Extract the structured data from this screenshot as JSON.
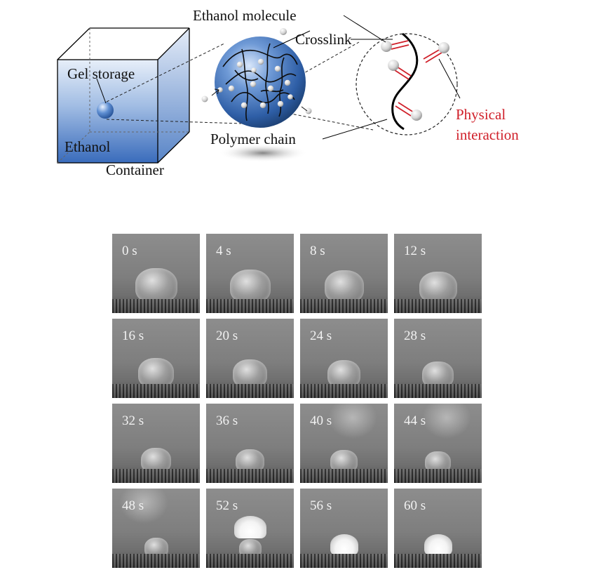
{
  "diagram": {
    "labels": {
      "gel_storage": "Gel storage",
      "ethanol": "Ethanol",
      "container": "Container",
      "ethanol_molecule": "Ethanol molecule",
      "crosslink": "Crosslink",
      "polymer_chain": "Polymer chain",
      "physical": "Physical",
      "interaction": "interaction"
    },
    "colors": {
      "container_blue": "#3f74c4",
      "sphere_blue": "#2c5fa8",
      "physical_interaction_red": "#d0202a",
      "chain_black": "#000000"
    }
  },
  "frames": [
    {
      "label": "0 s",
      "flame": 0
    },
    {
      "label": "4 s",
      "flame": 0
    },
    {
      "label": "8 s",
      "flame": 0
    },
    {
      "label": "12 s",
      "flame": 0
    },
    {
      "label": "16 s",
      "flame": 0
    },
    {
      "label": "20 s",
      "flame": 0
    },
    {
      "label": "24 s",
      "flame": 0
    },
    {
      "label": "28 s",
      "flame": 0
    },
    {
      "label": "32 s",
      "flame": 0
    },
    {
      "label": "36 s",
      "flame": 0
    },
    {
      "label": "40 s",
      "flame": 1
    },
    {
      "label": "44 s",
      "flame": 1
    },
    {
      "label": "48 s",
      "flame": 1
    },
    {
      "label": "52 s",
      "flame": 2
    },
    {
      "label": "56 s",
      "flame": 3
    },
    {
      "label": "60 s",
      "flame": 3
    }
  ]
}
